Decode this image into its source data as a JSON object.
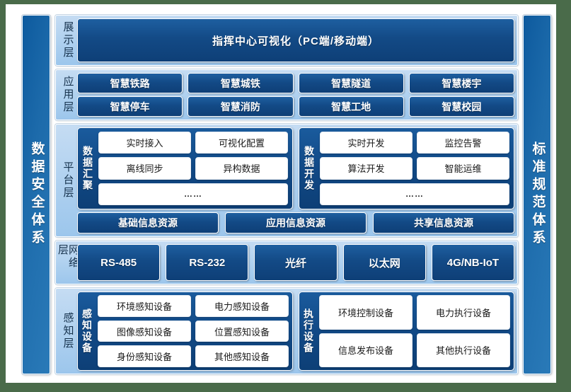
{
  "colors": {
    "page_background": "#4a6b4a",
    "card_background": "#ffffff",
    "band_light_blue": "#aed0ef",
    "chip_dark_blue": "#134a86",
    "pillar_blue": "#1d6bab",
    "text_on_dark": "#ffffff",
    "text_on_light": "#16324d"
  },
  "left_pillar": {
    "label": "数据安全体系"
  },
  "right_pillar": {
    "label": "标准规范体系"
  },
  "layers": [
    {
      "id": "presentation",
      "label": "展示层",
      "banner": "指挥中心可视化（PC端/移动端）"
    },
    {
      "id": "application",
      "label": "应用层",
      "rows": [
        [
          "智慧铁路",
          "智慧城铁",
          "智慧隧道",
          "智慧楼宇"
        ],
        [
          "智慧停车",
          "智慧消防",
          "智慧工地",
          "智慧校园"
        ]
      ]
    },
    {
      "id": "platform",
      "label": "平台层",
      "groups": [
        {
          "label": "数据汇聚",
          "rows": [
            [
              "实时接入",
              "可视化配置"
            ],
            [
              "离线同步",
              "异构数据"
            ]
          ],
          "ellipsis": "……"
        },
        {
          "label": "数据开发",
          "rows": [
            [
              "实时开发",
              "监控告警"
            ],
            [
              "算法开发",
              "智能运维"
            ]
          ],
          "ellipsis": "……"
        }
      ],
      "resources": [
        "基础信息资源",
        "应用信息资源",
        "共享信息资源"
      ]
    },
    {
      "id": "network",
      "label": "网络层",
      "items": [
        "RS-485",
        "RS-232",
        "光纤",
        "以太网",
        "4G/NB-IoT"
      ]
    },
    {
      "id": "perception",
      "label": "感知层",
      "groups": [
        {
          "label": "感知设备",
          "rows": [
            [
              "环境感知设备",
              "电力感知设备"
            ],
            [
              "图像感知设备",
              "位置感知设备"
            ],
            [
              "身份感知设备",
              "其他感知设备"
            ]
          ]
        },
        {
          "label": "执行设备",
          "rows": [
            [
              "环境控制设备",
              "电力执行设备"
            ],
            [
              "信息发布设备",
              "其他执行设备"
            ]
          ]
        }
      ]
    }
  ]
}
